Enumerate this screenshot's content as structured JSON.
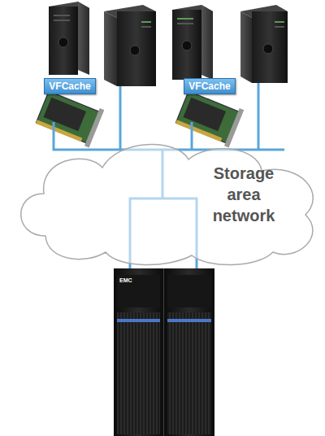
{
  "diagram": {
    "nodes": [
      {
        "text": [
          "VFCache"
        ]
      },
      {
        "text": [
          "VFCache"
        ]
      },
      {
        "text": [
          "Storage area network"
        ]
      }
    ],
    "labels": [
      "EMC"
    ]
  }
}
